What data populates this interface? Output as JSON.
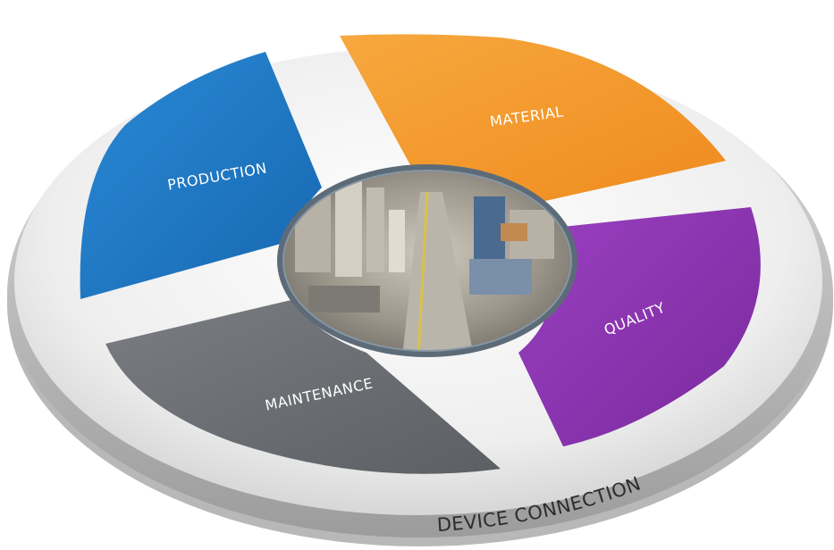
{
  "diagram": {
    "outer_ring_label": "DEVICE CONNECTION",
    "segments": [
      {
        "id": "production",
        "label": "PRODUCTION",
        "color": "#1f78c8"
      },
      {
        "id": "material",
        "label": "MATERIAL",
        "color": "#f59a2e"
      },
      {
        "id": "quality",
        "label": "QUALITY",
        "color": "#8a33b0"
      },
      {
        "id": "maintenance",
        "label": "MAINTENANCE",
        "color": "#6b6e72"
      }
    ],
    "center_image": "factory-floor-photo"
  }
}
